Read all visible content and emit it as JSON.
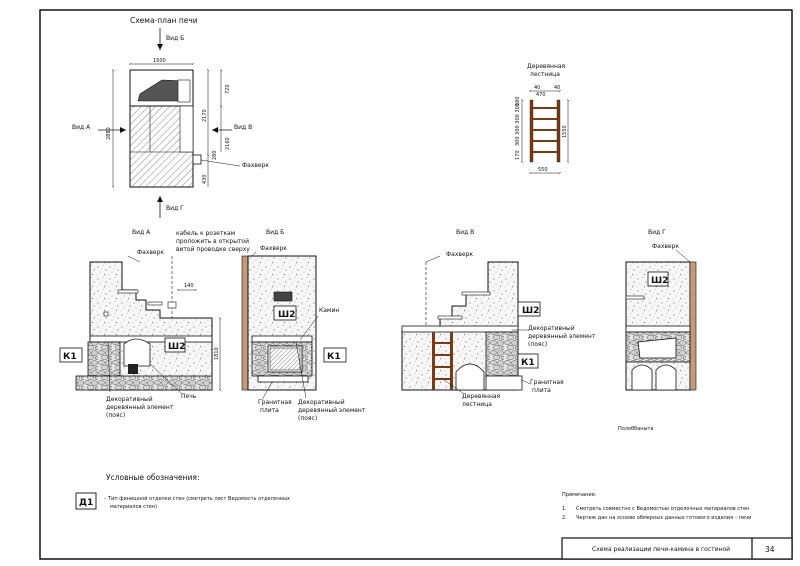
{
  "plan": {
    "title": "Схема-план печи",
    "view_a": "Вид А",
    "view_b": "Вид Б",
    "view_v": "Вид В",
    "view_g": "Вид Г",
    "dim_width": "1500",
    "dim_height": "2880",
    "dim_2170": "2170",
    "dim_720": "720",
    "dim_2160": "2160",
    "dim_280": "280",
    "dim_430": "430",
    "fachwerk": "Фахверк"
  },
  "ladder": {
    "title_line1": "Деревянная",
    "title_line2": "лестница",
    "dim_40a": "40",
    "dim_40b": "40",
    "dim_470": "470",
    "dim_180": "180",
    "dim_steps": "300 300 300 300",
    "dim_1550": "1550",
    "dim_170": "170",
    "dim_550": "550"
  },
  "views": {
    "a_title": "Вид А",
    "b_title": "Вид Б",
    "v_title": "Вид В",
    "g_title": "Вид Г",
    "cable_note_1": "кабель к розеткам",
    "cable_note_2": "проложить в открытой",
    "cable_note_3": "витой проводке сверху",
    "fachwerk": "Фахверк",
    "dim_140": "140",
    "dim_1810": "1810",
    "k1": "К1",
    "sh2": "Ш2",
    "stove": "Печь",
    "deco_1": "Декоративный",
    "deco_2": "деревянный элемент",
    "deco_3": "(пояс)",
    "fireplace": "Камин",
    "granite_1": "Гранитная",
    "granite_2": "плита",
    "ladder_1": "Деревянная",
    "ladder_2": "лестница",
    "small_note": "Полоббаныта"
  },
  "legend": {
    "title": "Условные обозначения:",
    "d1_tag": "Д1",
    "d1_text_1": "– Тип финишной отделки стен (смотреть лист Ведомость отделочных",
    "d1_text_2": "материалов стен)"
  },
  "notes": {
    "title": "Примечание:",
    "n1": "Смотреть совместно с Ведомостью отделочных материалов стен",
    "n2": "Чертеж дан на основе обмерных данных готового изделия – печи",
    "n1_num": "1.",
    "n2_num": "2."
  },
  "title_block": {
    "title": "Схема реализации печи-камина в гостиной",
    "sheet_no": "34"
  }
}
